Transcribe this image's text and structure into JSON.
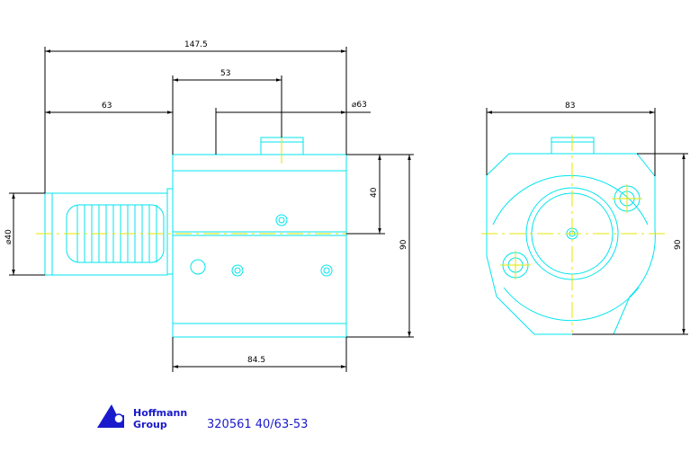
{
  "dimensions": {
    "overall_length": "147.5",
    "length_53": "53",
    "length_63": "63",
    "diameter_63": "⌀63",
    "diameter_40": "⌀40",
    "height_40": "40",
    "height_90_side": "90",
    "length_84_5": "84.5",
    "width_83": "83",
    "height_90_front": "90"
  },
  "title_block": {
    "logo_line1": "Hoffmann",
    "logo_line2": "Group",
    "part_number": "320561 40/63-53"
  },
  "colors": {
    "part_outline": "#00e5ee",
    "center_lines": "#e6e600",
    "dimension_lines": "#000000",
    "caption": "#1a1acc"
  }
}
